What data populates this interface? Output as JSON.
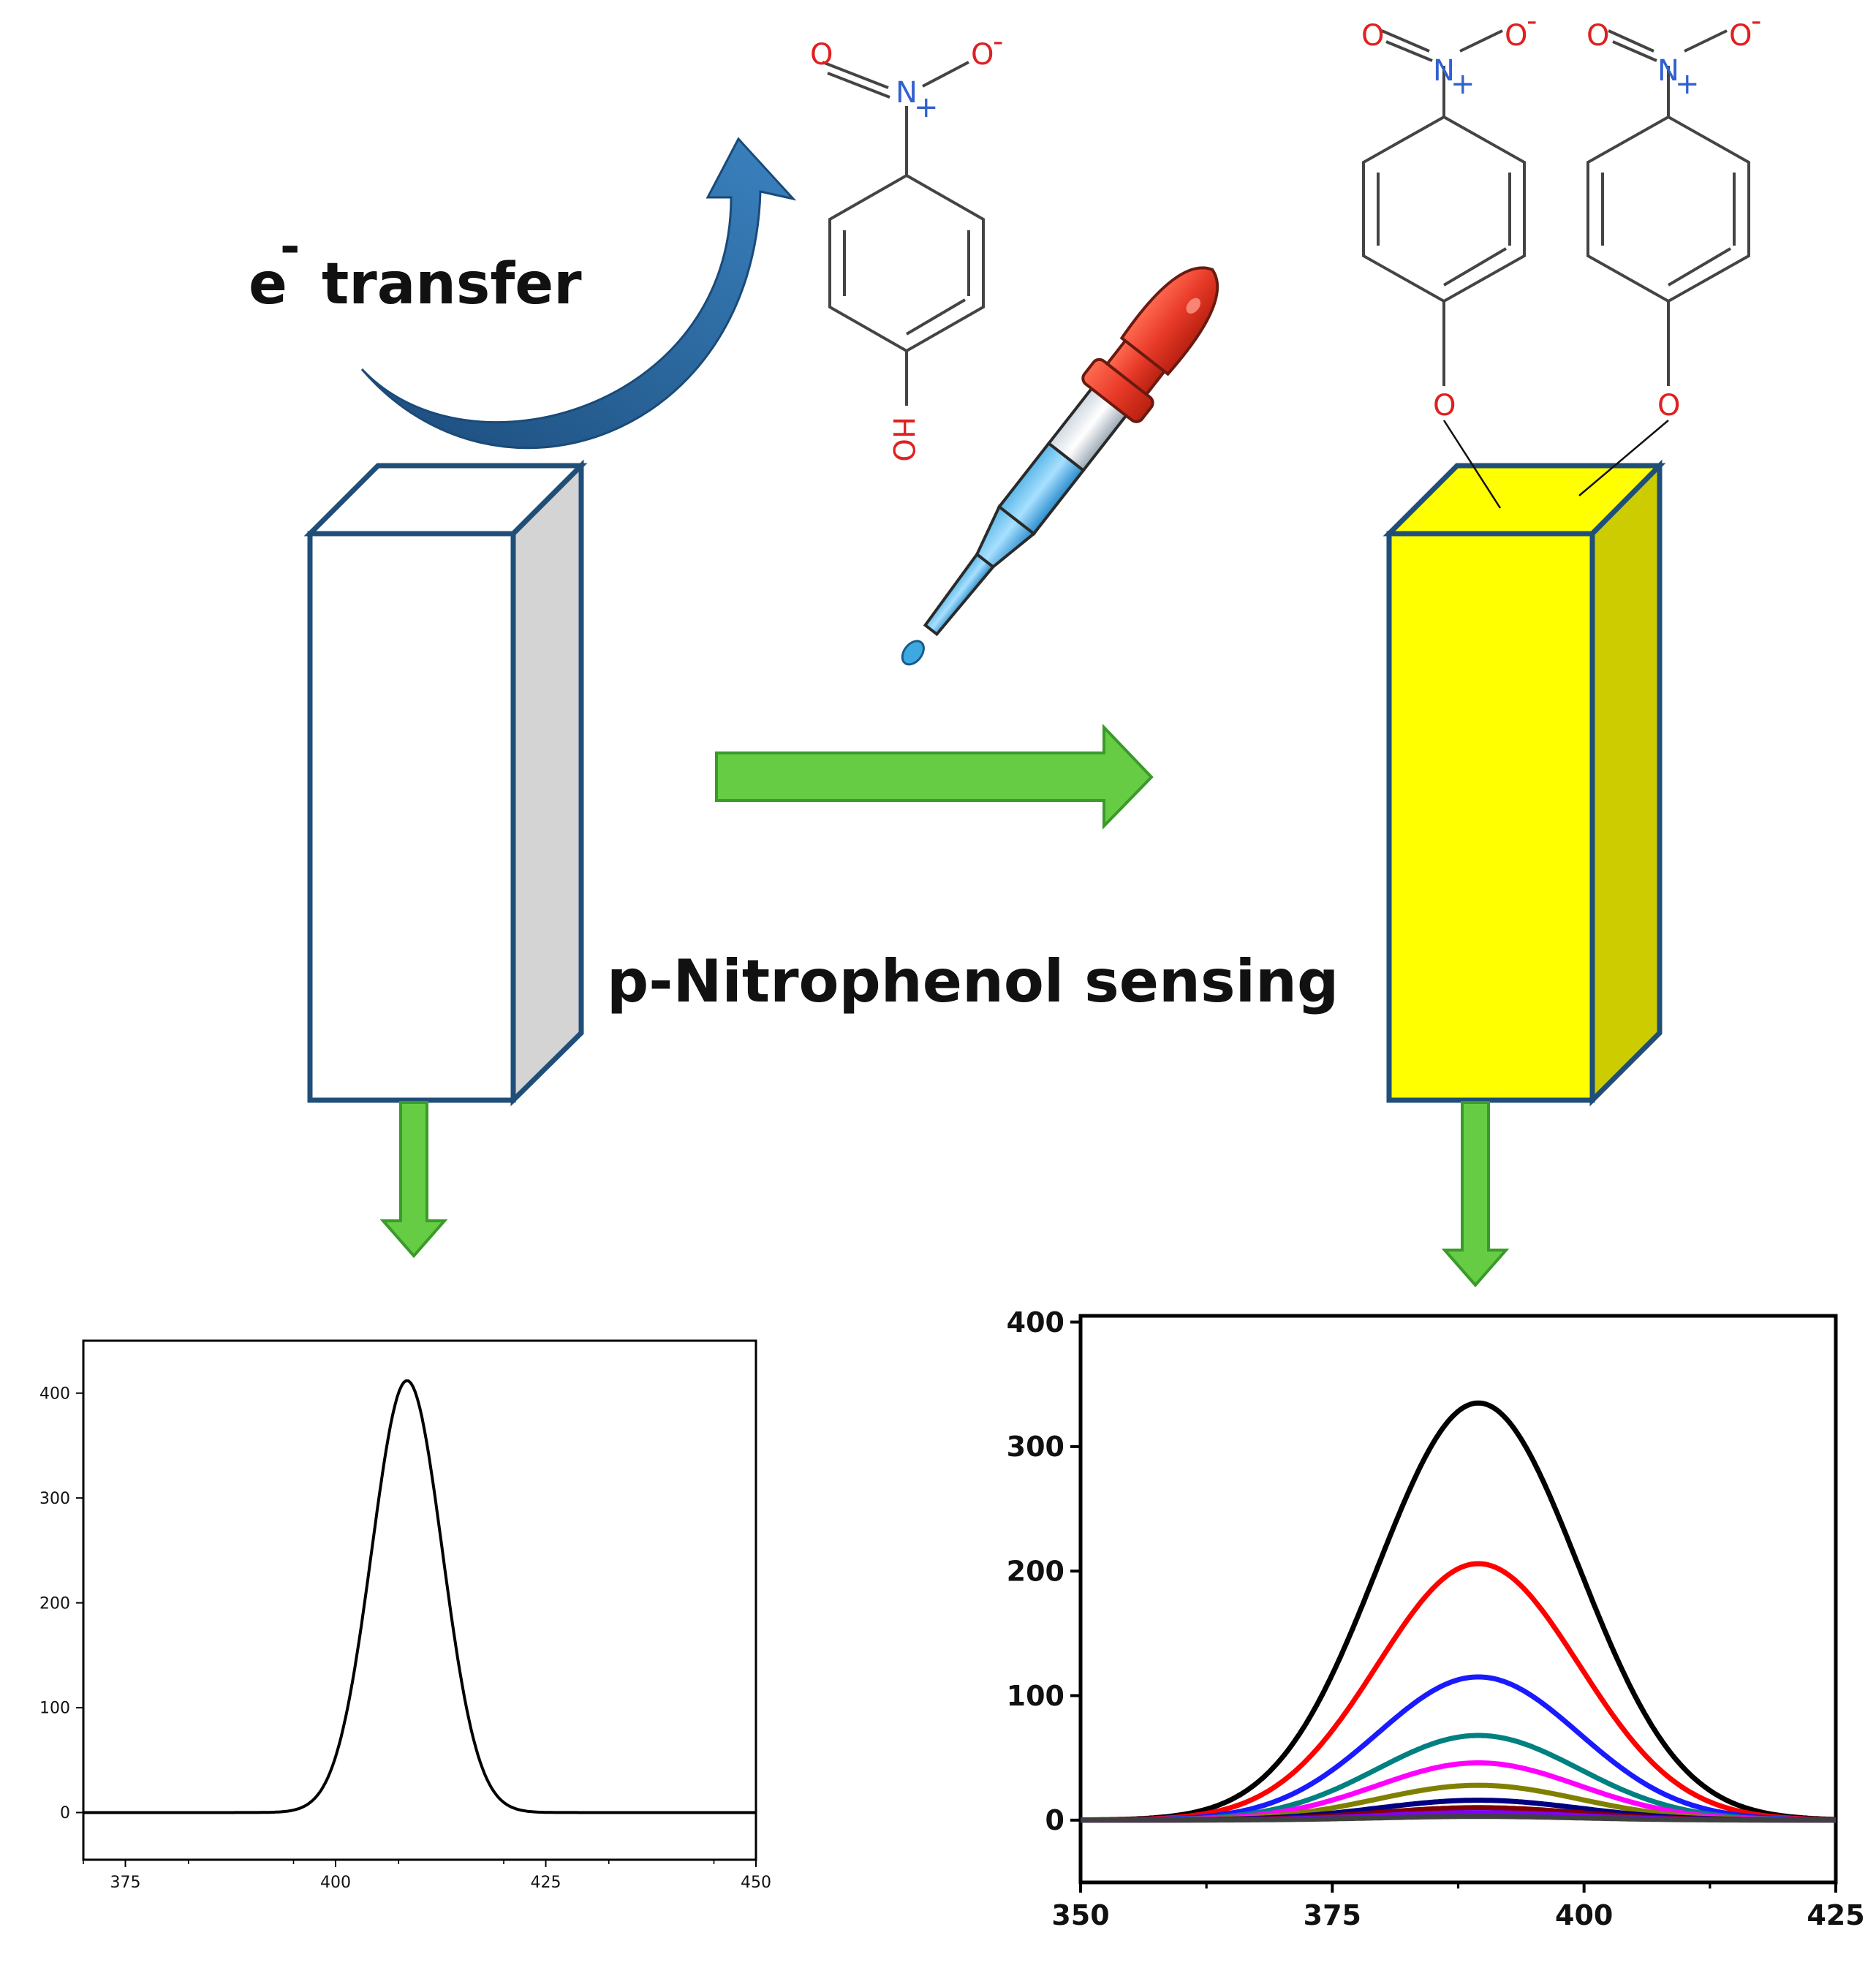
{
  "labels": {
    "electron_symbol": "e",
    "electron_superscript": "-",
    "transfer": "transfer",
    "sensing": "p-Nitrophenol sensing"
  },
  "chem": {
    "oxygen": "O",
    "oxygen_minus": "-",
    "nitrogen": "N",
    "nitrogen_plus": "+",
    "hydroxyl": "HO"
  },
  "colors": {
    "box_outline": "#1f4e79",
    "box_left_fill": "#ffffff",
    "box_left_side": "#d4d4d4",
    "box_right_fill": "#ffff00",
    "box_right_side": "#cccc00",
    "arrow_green": "#66cc44",
    "arrow_blue": "#2e6da4",
    "oxygen_red": "#e02020",
    "nitrogen_blue": "#3060d0"
  },
  "chart_data": [
    {
      "type": "line",
      "title": "",
      "xlabel": "",
      "ylabel": "",
      "xlim": [
        370,
        450
      ],
      "ylim": [
        -45,
        450
      ],
      "xticks": [
        375,
        400,
        425,
        450
      ],
      "yticks": [
        0,
        100,
        200,
        300,
        400
      ],
      "series": [
        {
          "peak_x": 408.5,
          "peak_y": 412,
          "width": 4.2,
          "baseline": 0,
          "color": "#000000"
        }
      ]
    },
    {
      "type": "line",
      "title": "",
      "xlabel": "",
      "ylabel": "",
      "xlim": [
        350,
        425
      ],
      "ylim": [
        -50,
        405
      ],
      "xticks": [
        350,
        375,
        400,
        425
      ],
      "yticks": [
        0,
        100,
        200,
        300,
        400
      ],
      "series": [
        {
          "peak_x": 389.5,
          "peak_y": 335,
          "width": 10,
          "color": "#000000"
        },
        {
          "peak_x": 389.5,
          "peak_y": 206,
          "width": 10,
          "color": "#ff0000"
        },
        {
          "peak_x": 389.5,
          "peak_y": 115,
          "width": 10,
          "color": "#1a1aff"
        },
        {
          "peak_x": 389.5,
          "peak_y": 68,
          "width": 10,
          "color": "#008080"
        },
        {
          "peak_x": 389.5,
          "peak_y": 46,
          "width": 10,
          "color": "#ff00ff"
        },
        {
          "peak_x": 389.5,
          "peak_y": 28,
          "width": 10,
          "color": "#808000"
        },
        {
          "peak_x": 389.5,
          "peak_y": 16,
          "width": 10,
          "color": "#000080"
        },
        {
          "peak_x": 389.5,
          "peak_y": 10,
          "width": 10,
          "color": "#800000"
        },
        {
          "peak_x": 389.5,
          "peak_y": 6,
          "width": 10,
          "color": "#8000ff"
        },
        {
          "peak_x": 389.5,
          "peak_y": 3,
          "width": 10,
          "color": "#404040"
        }
      ]
    }
  ]
}
